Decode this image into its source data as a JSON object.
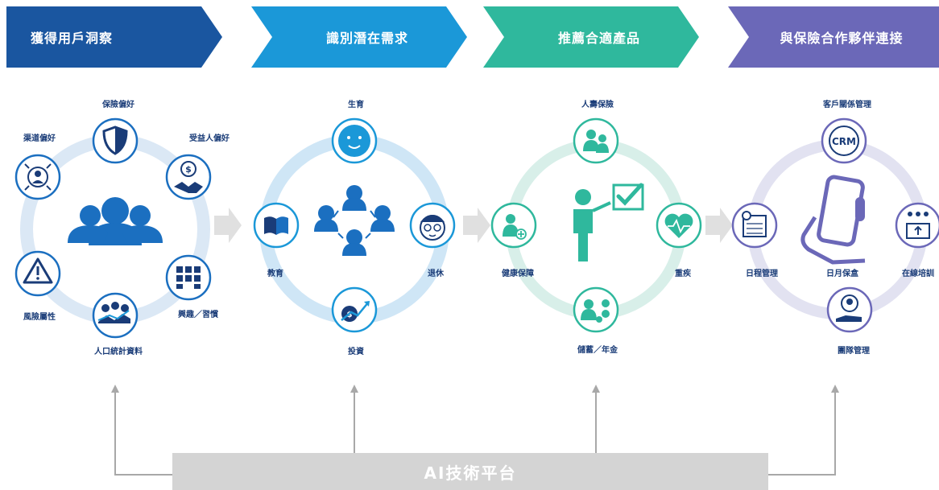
{
  "stages": [
    {
      "title": "獲得用戶洞察",
      "color": "#1a56a0"
    },
    {
      "title": "識別潛在需求",
      "color": "#1b98d8"
    },
    {
      "title": "推薦合適產品",
      "color": "#2fb89d"
    },
    {
      "title": "與保險合作夥伴連接",
      "color": "#6b68b8"
    }
  ],
  "insight": {
    "labels": [
      "保險偏好",
      "受益人偏好",
      "興趣／習慣",
      "人口統計資料",
      "風險屬性",
      "渠道偏好"
    ],
    "icons": [
      "shield-icon",
      "handshake-dollar-icon",
      "interests-grid-icon",
      "people-chart-icon",
      "warning-icon",
      "channel-target-icon",
      "user-group-icon"
    ]
  },
  "needs": {
    "labels": [
      "生育",
      "退休",
      "投資",
      "教育"
    ],
    "icons": [
      "baby-face-icon",
      "elderly-face-icon",
      "investment-growth-icon",
      "book-icon",
      "network-people-icon"
    ]
  },
  "products": {
    "labels": [
      "人壽保險",
      "重疾",
      "儲蓄／年金",
      "健康保障"
    ],
    "icons": [
      "life-insurance-icon",
      "heart-monitor-icon",
      "savings-icon",
      "health-person-icon",
      "presenter-check-icon"
    ]
  },
  "partners": {
    "labels": [
      "客戶關係管理",
      "在線培訓",
      "團隊管理",
      "日程管理",
      "日月保盒"
    ],
    "crm": "CRM",
    "icons": [
      "crm-icon",
      "online-training-icon",
      "team-management-icon",
      "calendar-icon",
      "phone-hand-icon"
    ]
  },
  "platform": {
    "label": "AI技術平台"
  },
  "colors": {
    "navy": "#1a3c78",
    "blue": "#1b6fc0",
    "teal": "#2fb89d",
    "purple": "#6b68b8",
    "gray": "#d4d4d4"
  }
}
